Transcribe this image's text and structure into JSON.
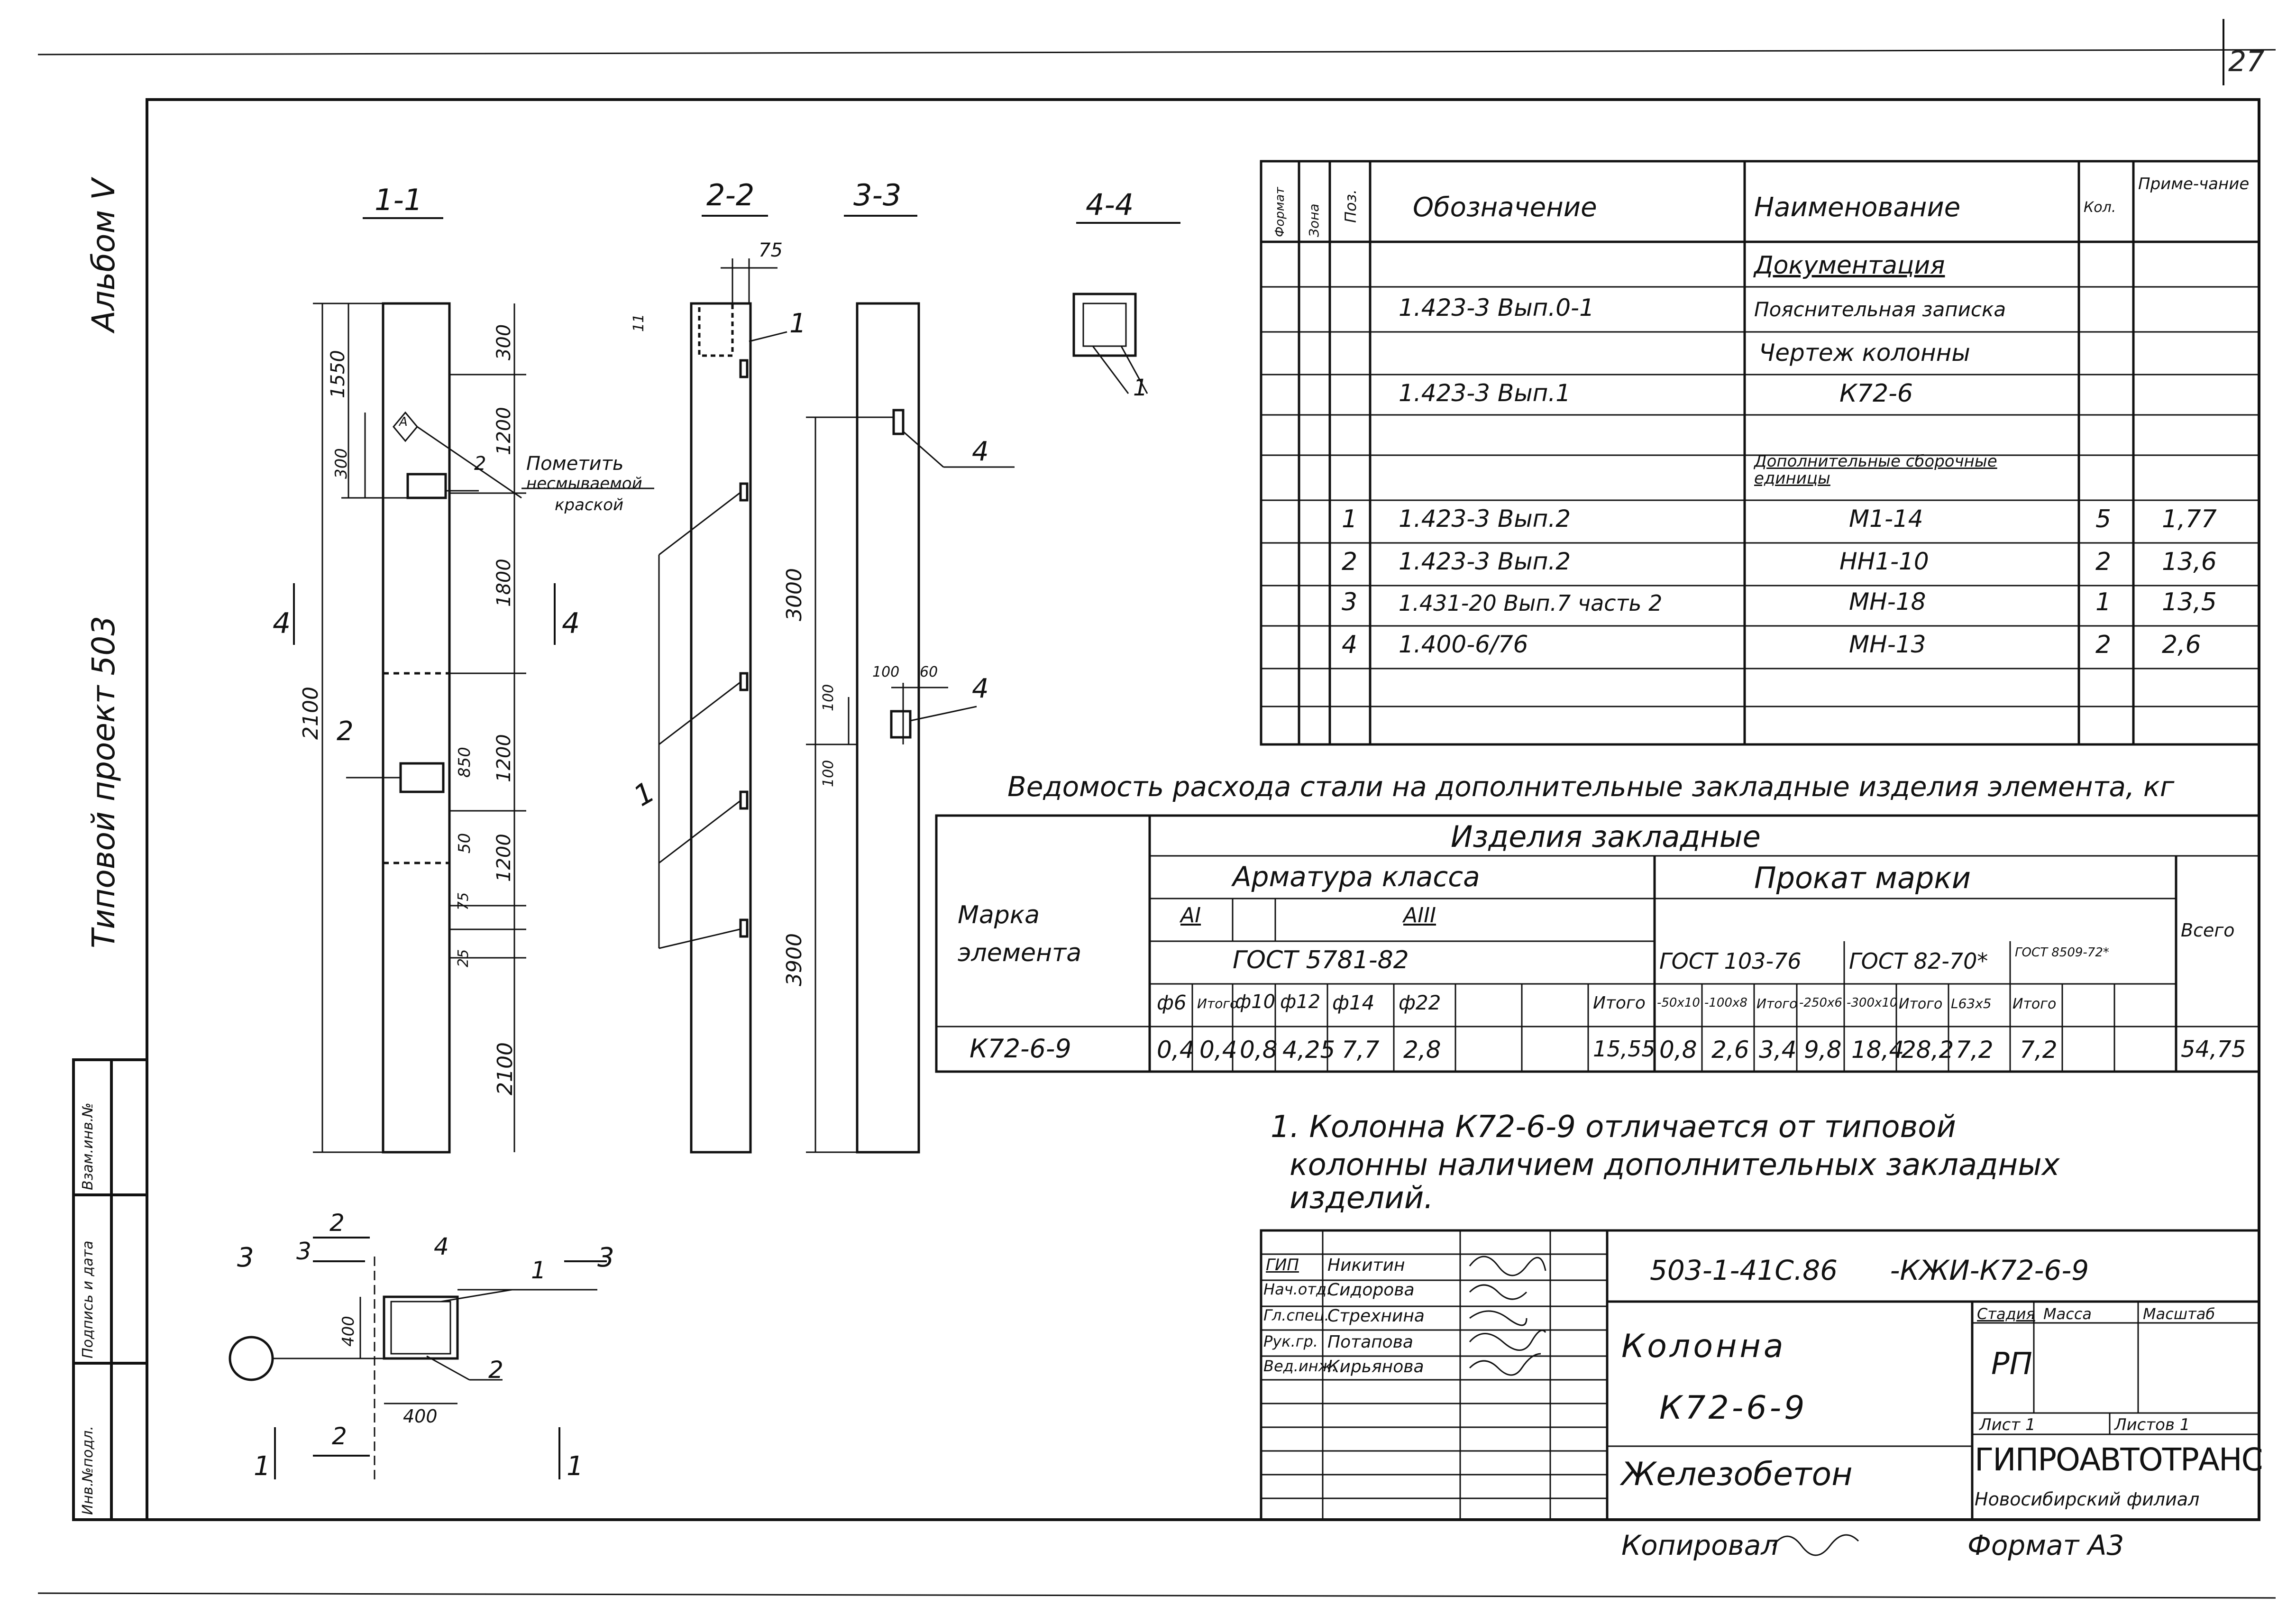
{
  "page_number": "27",
  "album": "Альбом V",
  "project": "Типовой проект 503",
  "side_stamp": {
    "inv": "Инв.№подл.",
    "sign": "Подпись и дата",
    "replace": "Взам.инв.№"
  },
  "sections": {
    "s11": "1-1",
    "s22": "2-2",
    "s33": "3-3",
    "s44": "4-4"
  },
  "dims": {
    "d1550": "1550",
    "d300a": "300",
    "d300b": "300",
    "d1200a": "1200",
    "d1800": "1800",
    "d2100a": "2100",
    "d850": "850",
    "d1200b": "1200",
    "d50": "50",
    "d1200c": "1200",
    "d75a": "75",
    "d25": "25",
    "d2100b": "2100",
    "d75b": "75",
    "d3000": "3000",
    "d3900": "3900",
    "d100a": "100",
    "d100b": "100",
    "d100c": "100",
    "d60": "60",
    "d400a": "400",
    "d400b": "400",
    "d11": "11"
  },
  "labels": {
    "paint_note": [
      "Пометить",
      "несмываемой",
      "краской"
    ],
    "mark_a": "А",
    "arrow4_left": "4",
    "arrow4_right": "4",
    "pos1": "1",
    "pos2": "2",
    "pos3": "3",
    "pos4": "4"
  },
  "spec": {
    "headers": {
      "format": "Формат",
      "zone": "Зона",
      "pos": "Поз.",
      "designation": "Обозначение",
      "name": "Наименование",
      "qty": "Кол.",
      "note": "Приме-чание"
    },
    "rows": [
      {
        "pos": "",
        "designation": "",
        "name": "Документация",
        "qty": "",
        "note": ""
      },
      {
        "pos": "",
        "designation": "1.423-3   Вып.0-1",
        "name": "Пояснительная записка",
        "qty": "",
        "note": ""
      },
      {
        "pos": "",
        "designation": "",
        "name": "Чертеж колонны",
        "qty": "",
        "note": ""
      },
      {
        "pos": "",
        "designation": "1.423-3   Вып.1",
        "name": "К72-6",
        "qty": "",
        "note": ""
      },
      {
        "pos": "",
        "designation": "",
        "name": "",
        "qty": "",
        "note": ""
      },
      {
        "pos": "",
        "designation": "",
        "name": "Дополнительные сборочные единицы",
        "qty": "",
        "note": ""
      },
      {
        "pos": "1",
        "designation": "1.423-3   Вып.2",
        "name": "М1-14",
        "qty": "5",
        "note": "1,77"
      },
      {
        "pos": "2",
        "designation": "1.423-3   Вып.2",
        "name": "НН1-10",
        "qty": "2",
        "note": "13,6"
      },
      {
        "pos": "3",
        "designation": "1.431-20  Вып.7 часть 2",
        "name": "МН-18",
        "qty": "1",
        "note": "13,5"
      },
      {
        "pos": "4",
        "designation": "1.400-6/76",
        "name": "МН-13",
        "qty": "2",
        "note": "2,6"
      },
      {
        "pos": "",
        "designation": "",
        "name": "",
        "qty": "",
        "note": ""
      }
    ]
  },
  "steel": {
    "title": "Ведомость расхода стали на дополнительные закладные изделия элемента, кг",
    "h_items": "Изделия закладные",
    "h_rebar": "Арматура класса",
    "h_rolled": "Прокат марки",
    "h_total": "Всего",
    "h_mark": "Марка элемента",
    "h_ai": "АI",
    "h_aiii": "АIII",
    "h_gost5781": "ГОСТ 5781-82",
    "h_gost103": "ГОСТ 103-76",
    "h_gost82": "ГОСТ 82-70*",
    "h_gost8509": "ГОСТ 8509-72*",
    "cols": [
      "ф6",
      "Итого",
      "ф10",
      "ф12",
      "ф14",
      "ф22",
      "",
      "Итого",
      "-50х10",
      "-100х8",
      "Итого",
      "-250х6",
      "-300х10",
      "Итого",
      "L63х5",
      "Итого"
    ],
    "row": {
      "mark": "К72-6-9",
      "values": [
        "0,4",
        "0,4",
        "0,8",
        "4,25",
        "7,7",
        "2,8",
        "",
        "15,55",
        "0,8",
        "2,6",
        "3,4",
        "9,8",
        "18,4",
        "28,2",
        "7,2",
        "7,2"
      ],
      "total": "54,75"
    }
  },
  "note": {
    "lines": [
      "1. Колонна К72-6-9 отличается от типовой",
      "колонны наличием дополнительных закладных",
      "изделий."
    ]
  },
  "stamp": {
    "code": "503-1-41С.86      -КЖИ-К72-6-9",
    "roles": [
      "ГИП",
      "Нач.отд.",
      "Гл.спец.",
      "Рук.гр.",
      "Вед.инж."
    ],
    "names": [
      "Никитин",
      "Сидорова",
      "Стрехнина",
      "Потапова",
      "Кирьянова"
    ],
    "title1": "Колонна",
    "title2": "К72-6-9",
    "material": "Железобетон",
    "stage_h": "Стадия",
    "mass_h": "Масса",
    "scale_h": "Масштаб",
    "stage": "РП",
    "sheet": "Лист 1",
    "sheets": "Листов 1",
    "org": "ГИПРОАВТОТРАНС",
    "branch": "Новосибирский филиал"
  },
  "footer": {
    "copied": "Копировал",
    "format": "Формат А3"
  }
}
